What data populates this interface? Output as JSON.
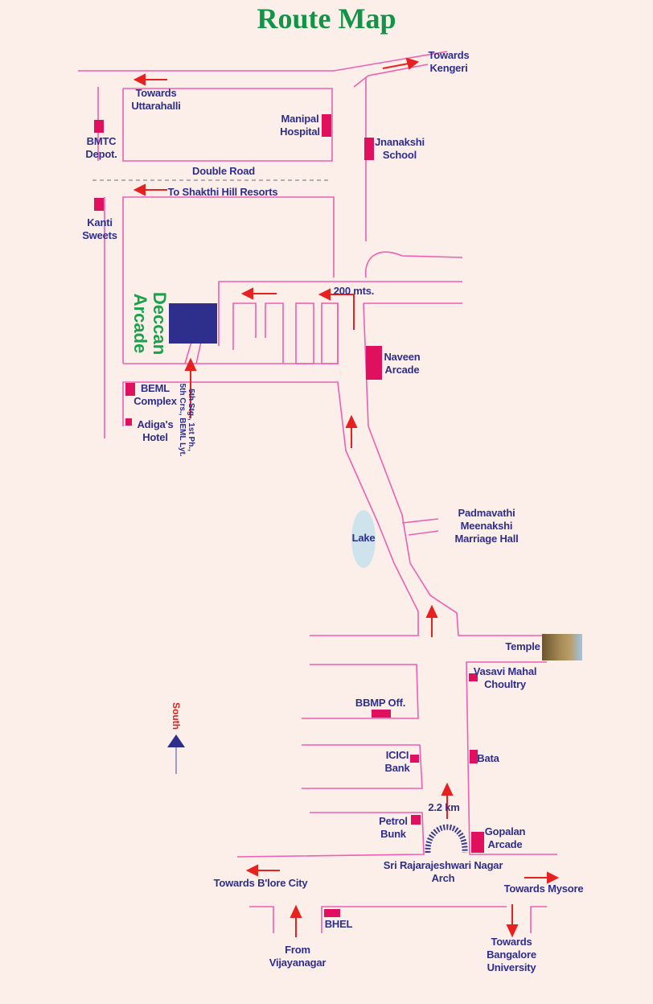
{
  "title": "Route Map",
  "colors": {
    "road": "#ee5fb2",
    "landmark": "#e0105f",
    "label": "#2e2e8c",
    "destination": "#2e2e8c",
    "arrow": "#e82020",
    "title": "#109447"
  },
  "destination": {
    "line1": "Deccan",
    "line2": "Arcade"
  },
  "address": {
    "line1": "5th Stg., 1st Ph.,",
    "line2": "5th Crs., BEML Lyt."
  },
  "labels": {
    "towards_kengeri": [
      "Towards",
      "Kengeri"
    ],
    "towards_uttarahalli": [
      "Towards",
      "Uttarahalli"
    ],
    "bmtc": [
      "BMTC",
      "Depot."
    ],
    "manipal": [
      "Manipal",
      "Hospital"
    ],
    "jnanakshi": [
      "Jnanakshi",
      "School"
    ],
    "double_road": "Double Road",
    "shakthi": "To Shakthi Hill Resorts",
    "kanti": [
      "Kanti",
      "Sweets"
    ],
    "distance_200": "200 mts.",
    "naveen": [
      "Naveen",
      "Arcade"
    ],
    "beml": [
      "BEML",
      "Complex"
    ],
    "adiga": [
      "Adiga's",
      "Hotel"
    ],
    "lake": "Lake",
    "padmavathi": [
      "Padmavathi",
      "Meenakshi",
      "Marriage Hall"
    ],
    "temple": "Temple",
    "vasavi": [
      "Vasavi Mahal",
      "Choultry"
    ],
    "bbmp": "BBMP Off.",
    "south": "South",
    "icici": [
      "ICICI",
      "Bank"
    ],
    "bata": "Bata",
    "distance_22": "2.2 km",
    "petrol": [
      "Petrol",
      "Bunk"
    ],
    "gopalan": [
      "Gopalan",
      "Arcade"
    ],
    "arch": [
      "Sri Rajarajeshwari Nagar",
      "Arch"
    ],
    "blore_city": "Towards B'lore City",
    "mysore": "Towards Mysore",
    "bhel": "BHEL",
    "vijayanagar": [
      "From",
      "Vijayanagar"
    ],
    "bangalore_univ": [
      "Towards",
      "Bangalore",
      "University"
    ]
  }
}
